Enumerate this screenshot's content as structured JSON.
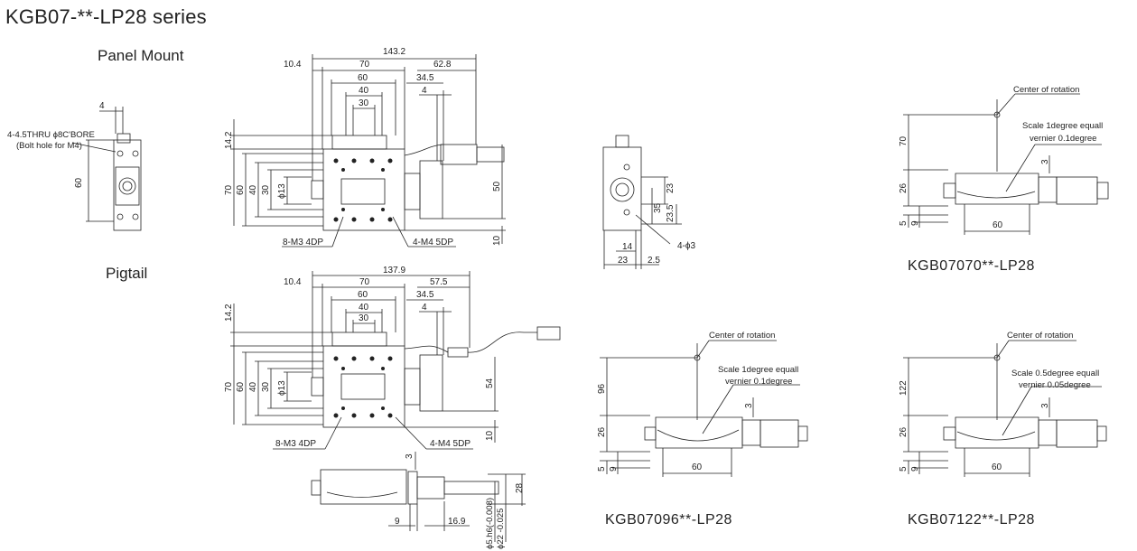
{
  "title": "KGB07-**-LP28 series",
  "sections": {
    "panel_mount": "Panel Mount",
    "pigtail": "Pigtail"
  },
  "models": {
    "m070": "KGB07070**-LP28",
    "m096": "KGB07096**-LP28",
    "m122": "KGB07122**-LP28"
  },
  "panel_front": {
    "dim_4": "4",
    "dim_60": "60",
    "note1": "4-4.5THRU ϕ8C'BORE",
    "note2": "(Bolt hole for M4)"
  },
  "panel_top": {
    "d143": "143.2",
    "d10_4": "10.4",
    "d70": "70",
    "d62_8": "62.8",
    "d60": "60",
    "d34_5": "34.5",
    "d40": "40",
    "d4": "4",
    "d30": "30",
    "v14_2": "14.2",
    "v70": "70",
    "v60": "60",
    "v40": "40",
    "v30": "30",
    "v13": "ϕ13",
    "v50": "50",
    "v10": "10",
    "m3": "8-M3 4DP",
    "m4": "4-M4 5DP"
  },
  "pigtail_top": {
    "d137": "137.9",
    "d10_4": "10.4",
    "d70": "70",
    "d57_5": "57.5",
    "d60": "60",
    "d34_5": "34.5",
    "d40": "40",
    "d4": "4",
    "d30": "30",
    "v14_2": "14.2",
    "v70": "70",
    "v60": "60",
    "v40": "40",
    "v30": "30",
    "v13": "ϕ13",
    "v54": "54",
    "v10": "10",
    "m3": "8-M3 4DP",
    "m4": "4-M4 5DP",
    "d3": "3"
  },
  "pigtail_side": {
    "d9": "9",
    "d16_9": "16.9",
    "v28": "28",
    "c1": "ϕ5.h6(-0.008)",
    "c2": "ϕ22 -0.025"
  },
  "side_view": {
    "v23": "23",
    "v35": "35",
    "v23_5": "23.5",
    "d14": "14",
    "d23": "23",
    "d2_5": "2.5",
    "holes": "4-ϕ3"
  },
  "side070": {
    "center": "Center of rotation",
    "scale": "Scale 1degree equall",
    "vernier": "vernier 0.1degree",
    "v70": "70",
    "v26": "26",
    "v5": "5",
    "v9": "9",
    "v3": "3",
    "d60": "60"
  },
  "side096": {
    "center": "Center of rotation",
    "scale": "Scale 1degree equall",
    "vernier": "vernier 0.1degree",
    "v96": "96",
    "v26": "26",
    "v5": "5",
    "v9": "9",
    "v3": "3",
    "d60": "60"
  },
  "side122": {
    "center": "Center of rotation",
    "scale": "Scale 0.5degree equall",
    "vernier": "vernier 0.05degree",
    "v122": "122",
    "v26": "26",
    "v5": "5",
    "v9": "9",
    "v3": "3",
    "d60": "60"
  }
}
